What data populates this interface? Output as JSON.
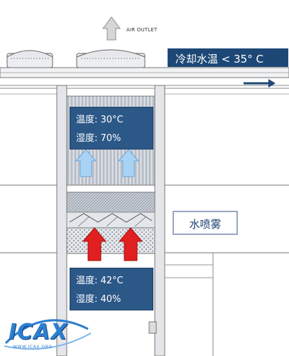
{
  "air_outlet_label": "AIR OUTLET",
  "cooling_water_label": "冷却水温 < 35° C",
  "upper_panel": {
    "temperature": "温度: 30°C",
    "humidity": "湿度: 70%"
  },
  "lower_panel": {
    "temperature": "温度: 42°C",
    "humidity": "湿度: 40%"
  },
  "spray_label": "水喷雾",
  "logo": {
    "name": "ICAX",
    "url": "WWW.ICAX.ORG"
  },
  "colors": {
    "navy_panel": "#2c5888",
    "hot_arrow": "#e02020",
    "cool_arrow": "#a9d3f5",
    "logo_blue": "#2d7fd0"
  }
}
